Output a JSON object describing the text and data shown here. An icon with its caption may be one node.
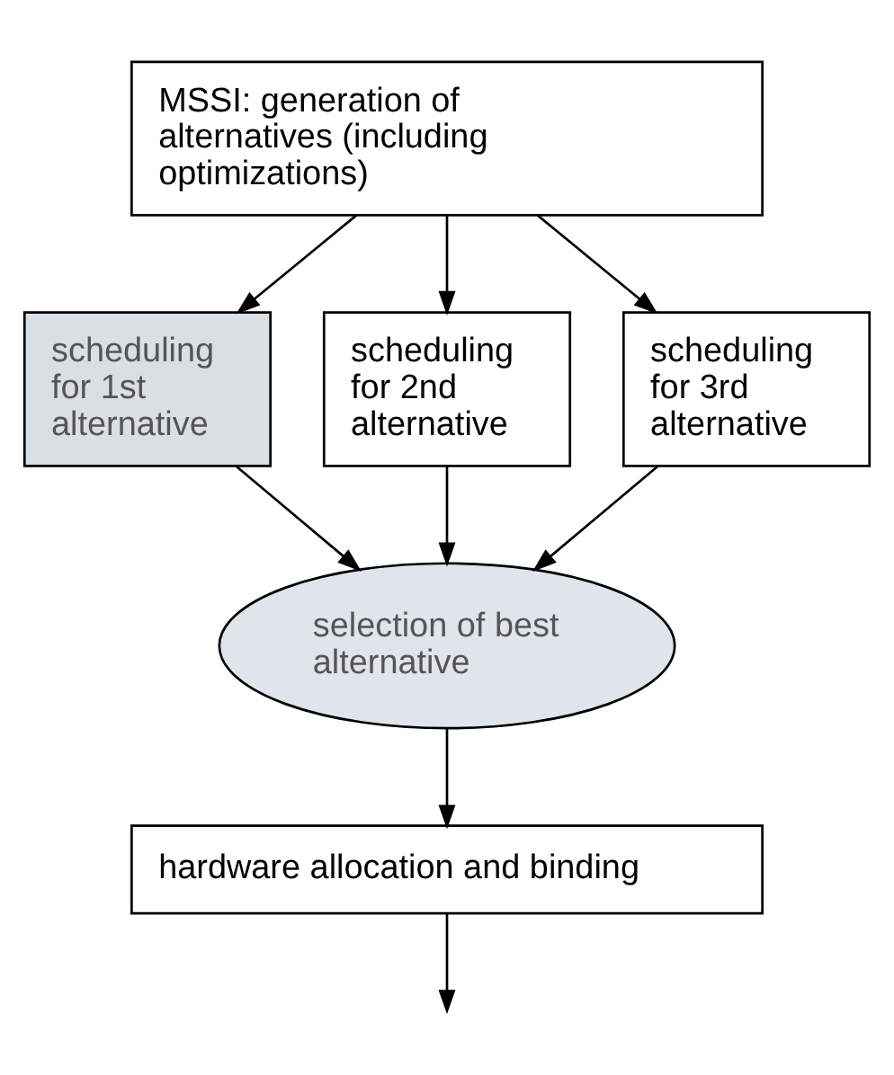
{
  "diagram": {
    "nodes": [
      {
        "text": [
          "MSSI: generation of alternatives (including optimizations)"
        ]
      },
      {
        "text": [
          "scheduling for 1st alternative"
        ]
      },
      {
        "text": [
          "scheduling for 2nd alternative"
        ]
      },
      {
        "text": [
          "scheduling for 3rd alternative"
        ]
      },
      {
        "text": [
          "selection of best alternative"
        ]
      },
      {
        "text": [
          "hardware allocation and binding"
        ]
      }
    ],
    "edges": [
      {
        "from": 0,
        "to": 1,
        "arrow": "to"
      },
      {
        "from": 0,
        "to": 2,
        "arrow": "to"
      },
      {
        "from": 0,
        "to": 3,
        "arrow": "to"
      },
      {
        "from": 1,
        "to": 4,
        "arrow": "to"
      },
      {
        "from": 2,
        "to": 4,
        "arrow": "to"
      },
      {
        "from": 3,
        "to": 4,
        "arrow": "to"
      },
      {
        "from": 4,
        "to": 5,
        "arrow": "to"
      },
      {
        "from": 5,
        "to": null,
        "arrow": "to"
      }
    ]
  }
}
